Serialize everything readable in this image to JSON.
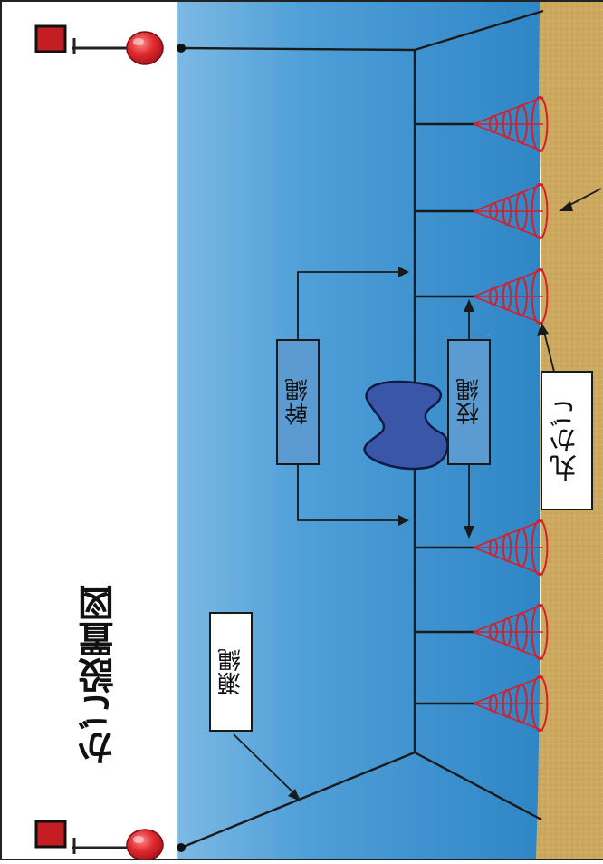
{
  "title": "かご設置図",
  "labels": {
    "mikanawa": "瀬縄",
    "mikinawa": "幹縄",
    "edanawa": "枝縄",
    "marukago": "丸かご"
  },
  "colors": {
    "water_top": "#5aa7dc",
    "water_bottom": "#2c86c8",
    "seabed": "#c9a75d",
    "buoy": "#d8252c",
    "flag": "#c41e24",
    "trap": "#d4202a",
    "anchor": "#3a56a8",
    "rope": "#1a1a1a"
  }
}
